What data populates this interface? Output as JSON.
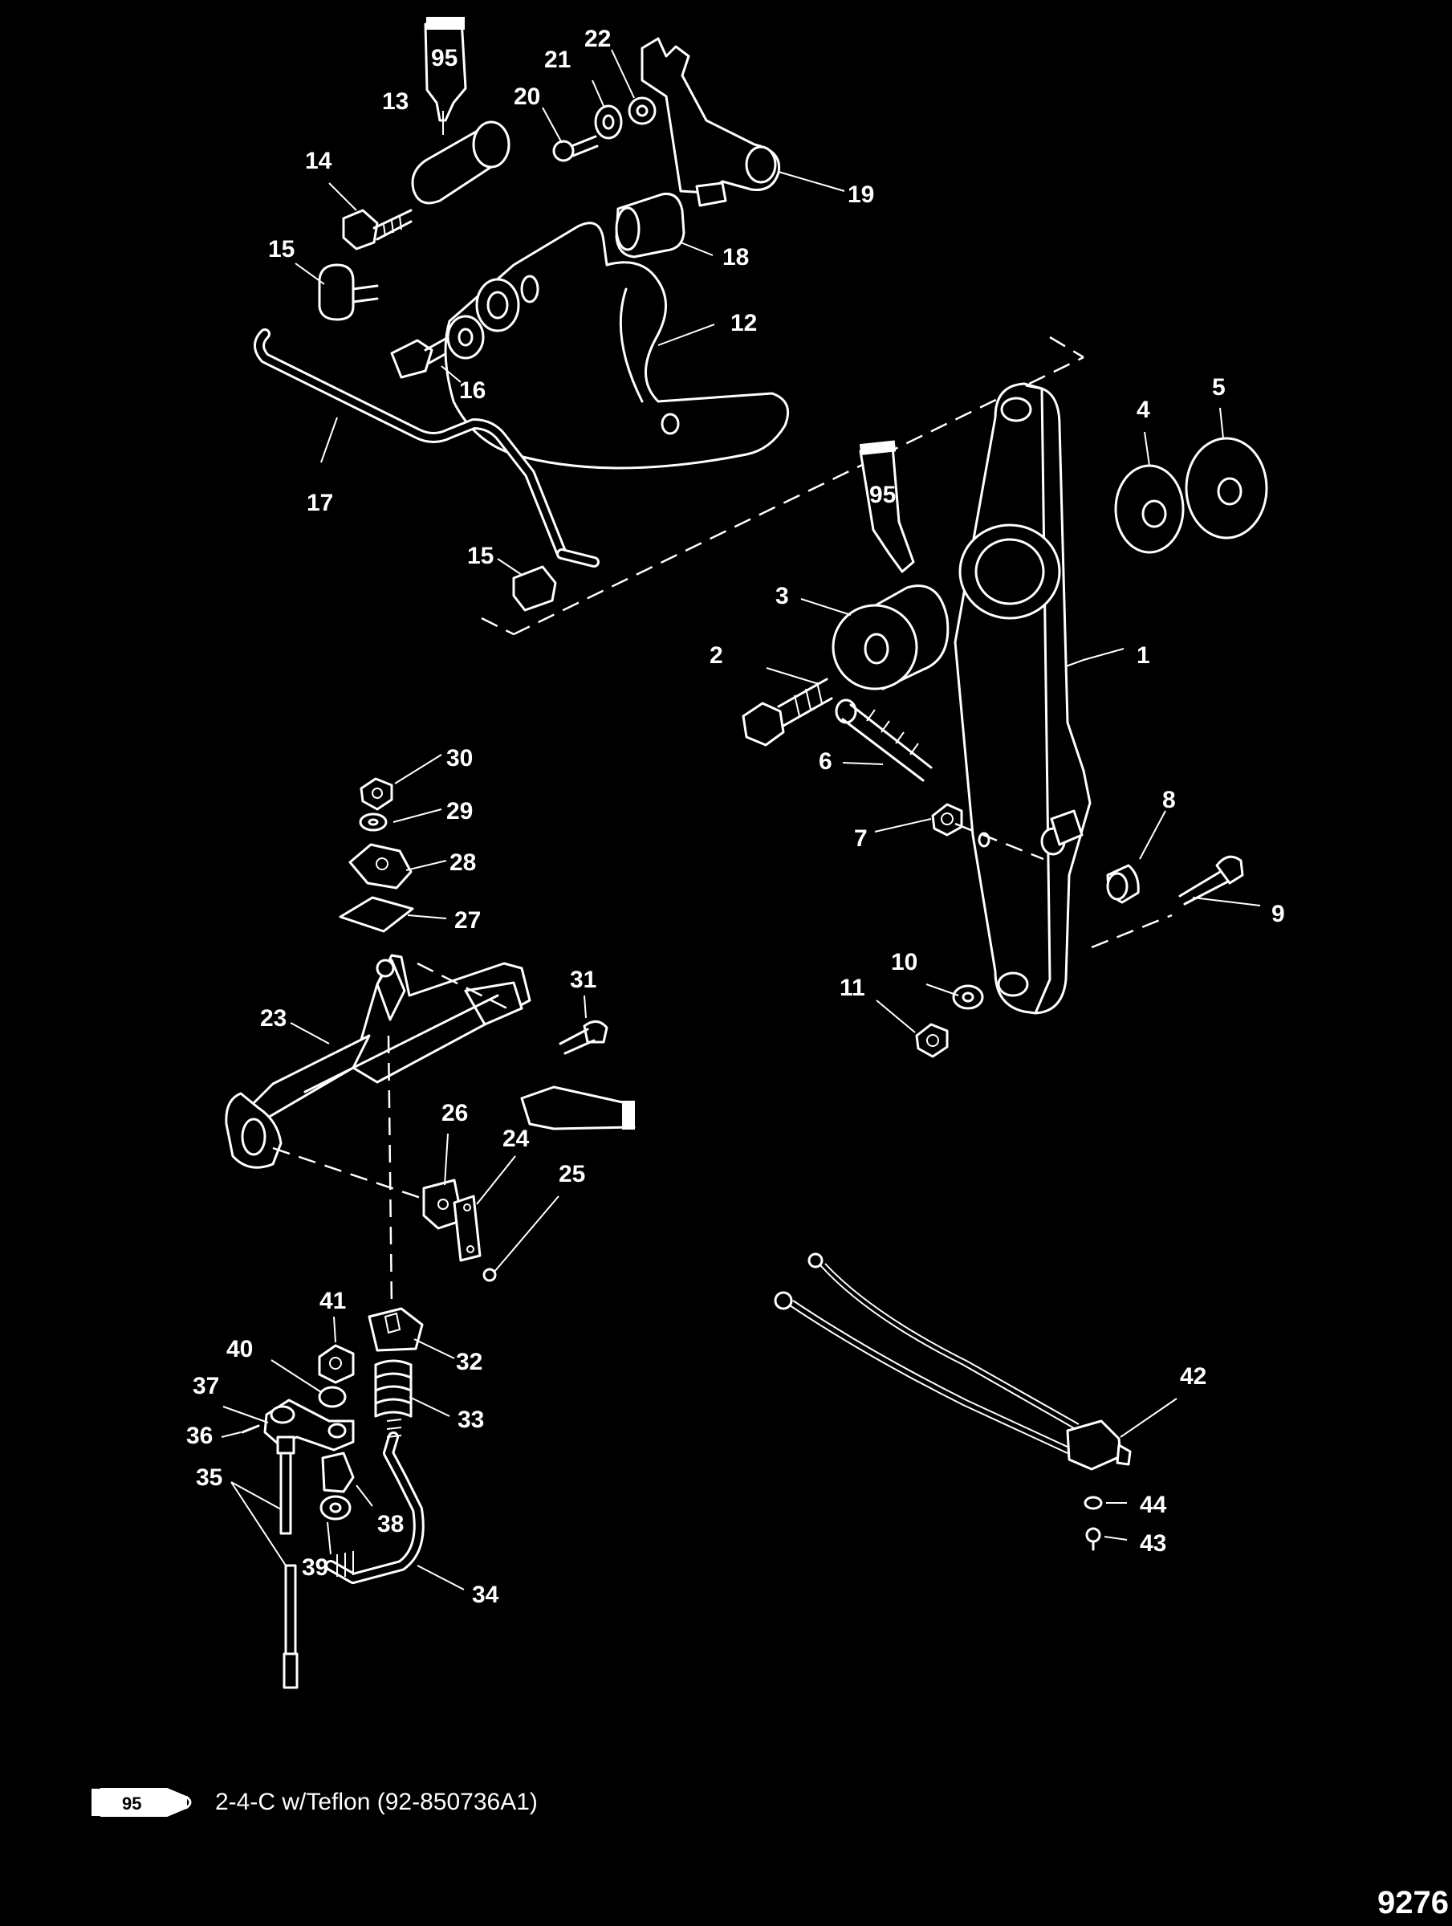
{
  "callouts": [
    "1",
    "2",
    "3",
    "4",
    "5",
    "6",
    "7",
    "8",
    "9",
    "10",
    "11",
    "12",
    "13",
    "14",
    "15",
    "16",
    "17",
    "18",
    "19",
    "20",
    "21",
    "22",
    "23",
    "24",
    "25",
    "26",
    "27",
    "28",
    "29",
    "30",
    "31",
    "32",
    "33",
    "34",
    "35",
    "36",
    "37",
    "38",
    "39",
    "40",
    "41",
    "42",
    "43",
    "44"
  ],
  "tube_label": "95",
  "legend": {
    "tube_number": "95",
    "text": "2-4-C w/Teflon (92-850736A1)"
  },
  "page_number": "9276"
}
